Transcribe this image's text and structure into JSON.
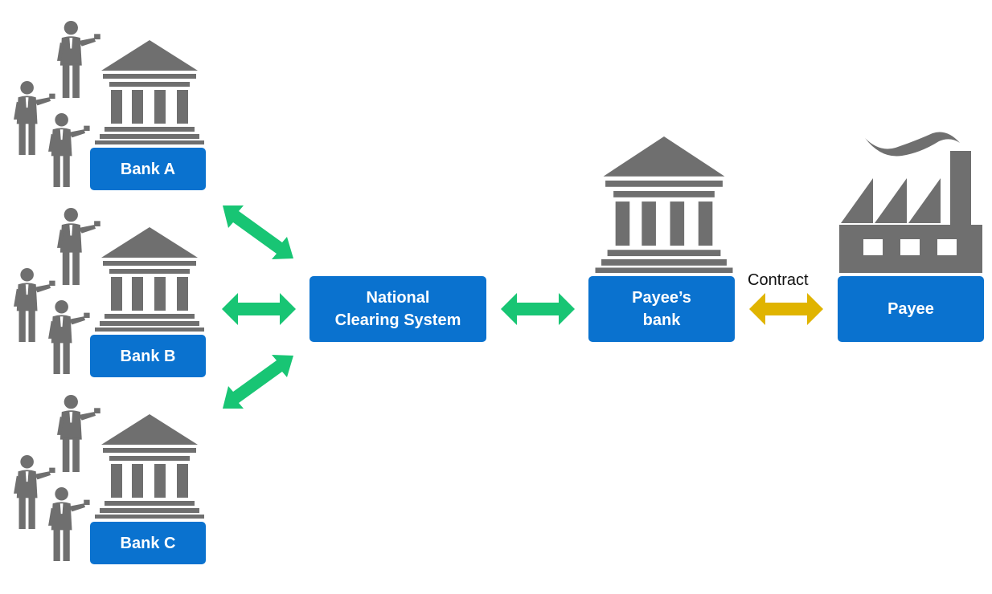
{
  "colors": {
    "box_fill": "#0A72CF",
    "icon_gray": "#6F6F6F",
    "bank_arrow": "#18C574",
    "contract_arrow": "#E0B400",
    "box_text": "#FFFFFF"
  },
  "icons": {
    "bank_building": "bank-building-icon",
    "person": "businessperson-icon",
    "factory": "factory-icon"
  },
  "banks": [
    {
      "label": "Bank A"
    },
    {
      "label": "Bank B"
    },
    {
      "label": "Bank C"
    }
  ],
  "clearing": {
    "line1": "National",
    "line2": "Clearing System"
  },
  "payee_bank": {
    "line1": "Payee’s",
    "line2": "bank"
  },
  "payee": {
    "label": "Payee"
  },
  "contract": {
    "label": "Contract"
  }
}
